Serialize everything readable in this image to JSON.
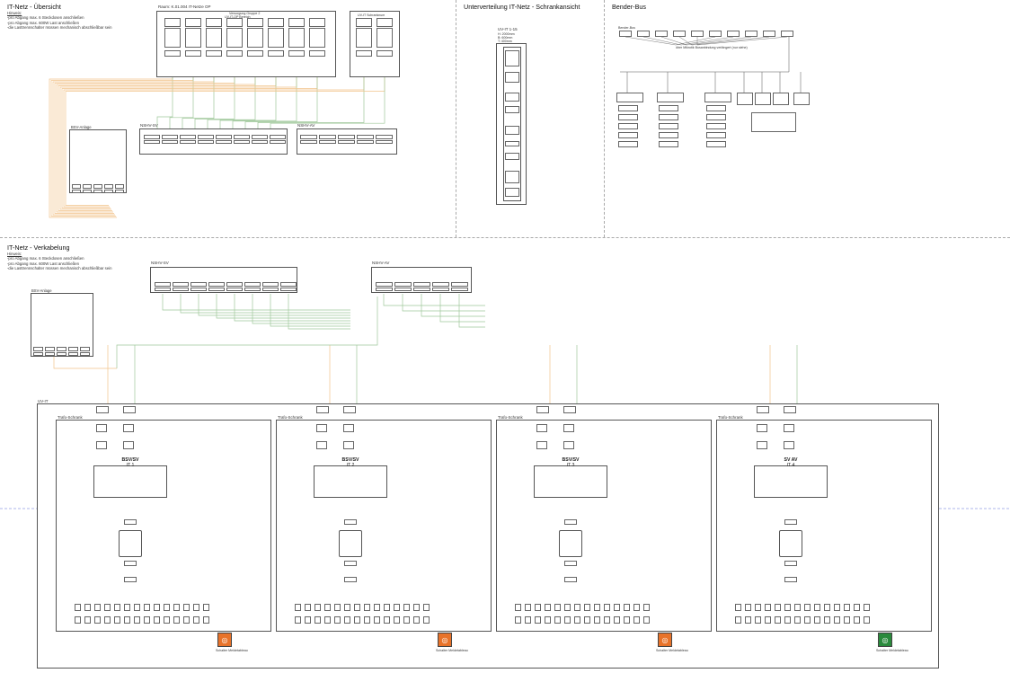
{
  "sections": {
    "overview": {
      "title": "IT-Netz - Übersicht",
      "notes": [
        "Hinweis:",
        "-pro Abgang max. 6 Steckdosen anschließen",
        "-pro Abgang max. 600W Last anschließen",
        "-die Lasttrennschalter müssen mechanisch abschließbar sein"
      ],
      "room": "Raum: K.01.004 IT-Netze OP",
      "group": "Versorgung Gruppe 2",
      "uv_label": "UV-IT-OP Bereich",
      "uv_right": "UV-IT Schranknum",
      "bsv": "BSV-Anlage",
      "nshv_sv": "NSHV-SV",
      "nshv_av": "NSHV-AV"
    },
    "cabinet": {
      "title": "Unterverteilung IT-Netz - Schrankansicht",
      "name": "UV-IT 1-15",
      "specs": [
        "H: 2000mm",
        "B: 600mm",
        "T: 400mm"
      ]
    },
    "bender": {
      "title": "Bender-Bus",
      "bus_label": "Bender-Bus",
      "note": "über Mikrotik Busanbindung verlängert (nur siehe)"
    },
    "cabling": {
      "title": "IT-Netz - Verkabelung",
      "notes": [
        "Hinweis:",
        "-pro Abgang max. 6 Steckdosen anschließen",
        "-pro Abgang max. 600W Last anschließen",
        "-die Lasttrennschalter müssen mechanisch abschließbar sein"
      ],
      "bsv": "BSV-Anlage",
      "nshv_sv": "NSHV-SV",
      "nshv_av": "NSHV-AV",
      "uv_it": "UV-IT"
    }
  },
  "trafo_units": [
    {
      "cabinet": "Trafo-Schrank",
      "supply": "BSV/SV",
      "id": "IT 1",
      "lamp_label": "Schalter Meldetableau",
      "lamp_color": "#e8732a"
    },
    {
      "cabinet": "Trafo-Schrank",
      "supply": "BSV/SV",
      "id": "IT 2",
      "lamp_label": "Schalter Meldetableau",
      "lamp_color": "#e8732a"
    },
    {
      "cabinet": "Trafo-Schrank",
      "supply": "BSV/SV",
      "id": "IT 3",
      "lamp_label": "Schalter Meldetableau",
      "lamp_color": "#e8732a"
    },
    {
      "cabinet": "Trafo-Schrank",
      "supply": "SV AV",
      "id": "IT 4",
      "lamp_label": "Schalter Meldetableau",
      "lamp_color": "#2a8a3c"
    }
  ],
  "colors": {
    "line": "#555555",
    "orange_cable": "#f2c48a",
    "green_cable": "#9fc79a",
    "dash_blue": "#5a6fd8",
    "frame": "#888888"
  }
}
